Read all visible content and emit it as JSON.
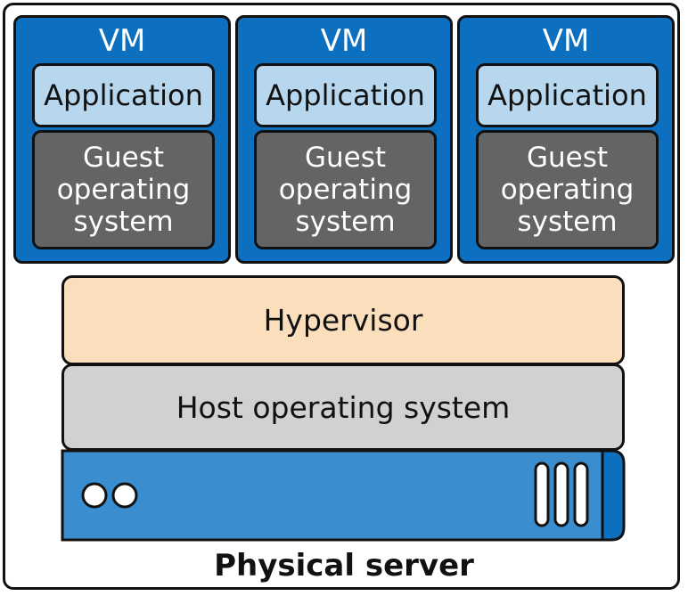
{
  "vms": [
    {
      "title": "VM",
      "application": "Application",
      "guest_os": "Guest\noperating\nsystem"
    },
    {
      "title": "VM",
      "application": "Application",
      "guest_os": "Guest\noperating\nsystem"
    },
    {
      "title": "VM",
      "application": "Application",
      "guest_os": "Guest\noperating\nsystem"
    }
  ],
  "hypervisor": "Hypervisor",
  "host_os": "Host operating system",
  "physical_server": "Physical server",
  "colors": {
    "vm": "#0d6fc0",
    "application": "#b7d7ee",
    "guest_os": "#636466",
    "hypervisor": "#fbdfbd",
    "host_os": "#d0d1d3",
    "server": "#3a8ed0"
  }
}
